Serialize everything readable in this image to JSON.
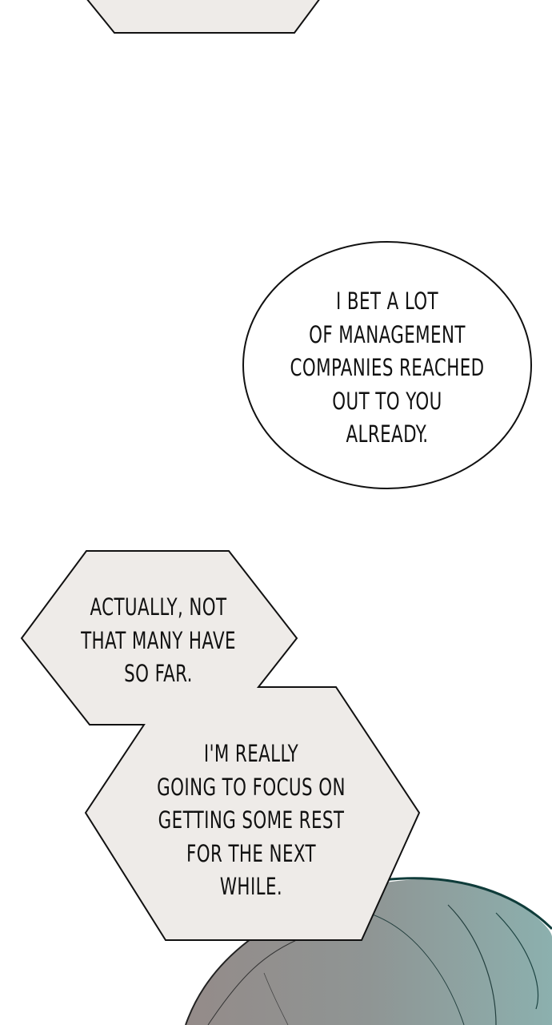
{
  "bubbles": {
    "speech_1": {
      "lines": [
        "I BET A LOT",
        "OF MANAGEMENT",
        "COMPANIES REACHED",
        "OUT TO YOU",
        "ALREADY."
      ]
    },
    "box_1": {
      "lines": [
        "ACTUALLY, NOT",
        "THAT MANY HAVE",
        "SO FAR."
      ]
    },
    "box_2": {
      "lines": [
        "I'M REALLY",
        "GOING TO FOCUS ON",
        "GETTING SOME REST",
        "FOR THE NEXT",
        "WHILE."
      ]
    }
  },
  "colors": {
    "bubble_fill": "#eeebe8",
    "hair_gray": "#8f8a88",
    "hair_teal": "#8cb0ae",
    "outline": "#111111"
  }
}
